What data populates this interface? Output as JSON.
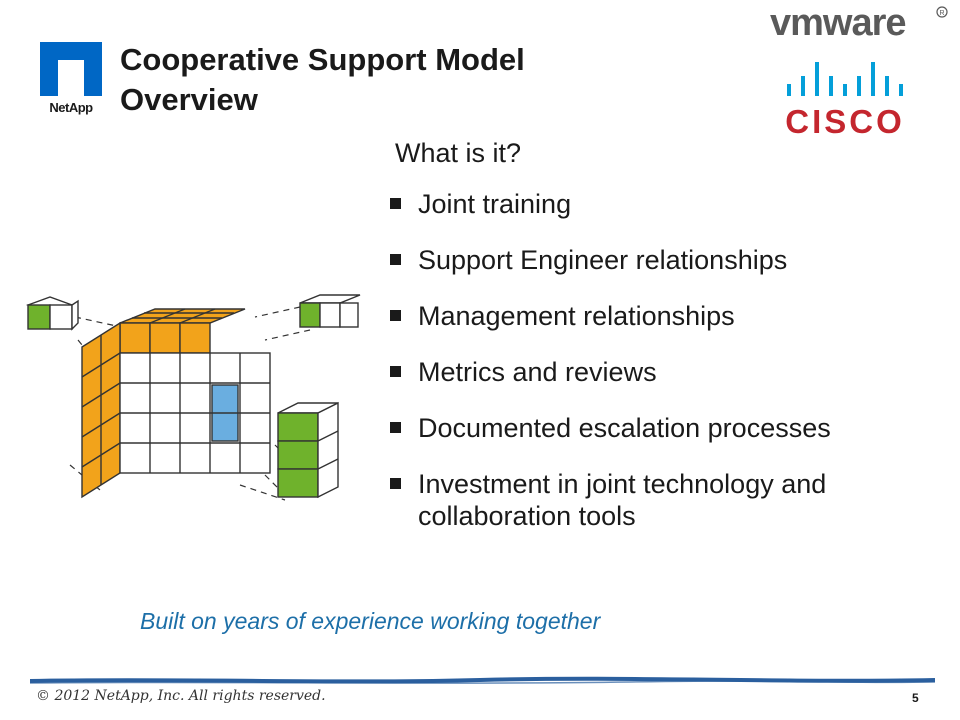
{
  "header": {
    "title_line1": "Cooperative Support Model",
    "title_line2": "Overview"
  },
  "logos": {
    "netapp": "NetApp",
    "vmware": "vmware",
    "cisco": "CISCO"
  },
  "content": {
    "question": "What is it?",
    "bullets": [
      "Joint training",
      "Support Engineer relationships",
      "Management relationships",
      "Metrics and reviews",
      "Documented escalation processes",
      "Investment in joint technology and collaboration tools"
    ],
    "tagline": "Built on years of experience working together"
  },
  "footer": {
    "copyright": "© 2012 NetApp, Inc. All rights reserved.",
    "page_number": "5"
  },
  "colors": {
    "netapp_blue": "#0067c5",
    "cisco_blue": "#049fd9",
    "cisco_red": "#c4262e",
    "tagline_blue": "#1d6fa8",
    "cube_orange": "#f2a31b",
    "cube_green": "#6fb22c",
    "cube_blue": "#6aaee0"
  }
}
